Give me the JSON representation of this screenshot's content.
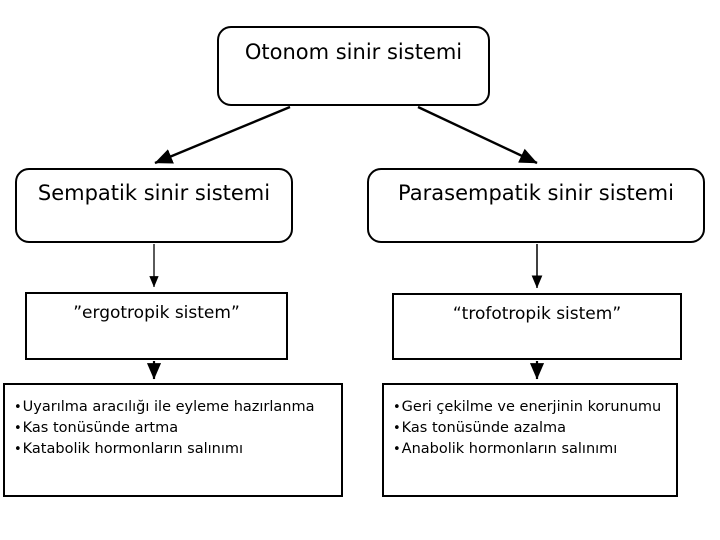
{
  "diagram": {
    "root": {
      "label": "Otonom sinir sistemi"
    },
    "branches": [
      {
        "label": "Sempatik sinir sistemi",
        "alias": "”ergotropik sistem”",
        "effects": [
          "Uyarılma aracılığı ile eyleme hazırlanma",
          "Kas tonüsünde artma",
          "Katabolik hormonların salınımı"
        ]
      },
      {
        "label": "Parasempatik sinir sistemi",
        "alias": "“trofotropik sistem”",
        "effects": [
          "Geri çekilme ve enerjinin korunumu",
          "Kas tonüsünde azalma",
          "Anabolik hormonların salınımı"
        ]
      }
    ],
    "colors": {
      "stroke": "#000000",
      "background": "#ffffff",
      "text": "#000000"
    }
  }
}
